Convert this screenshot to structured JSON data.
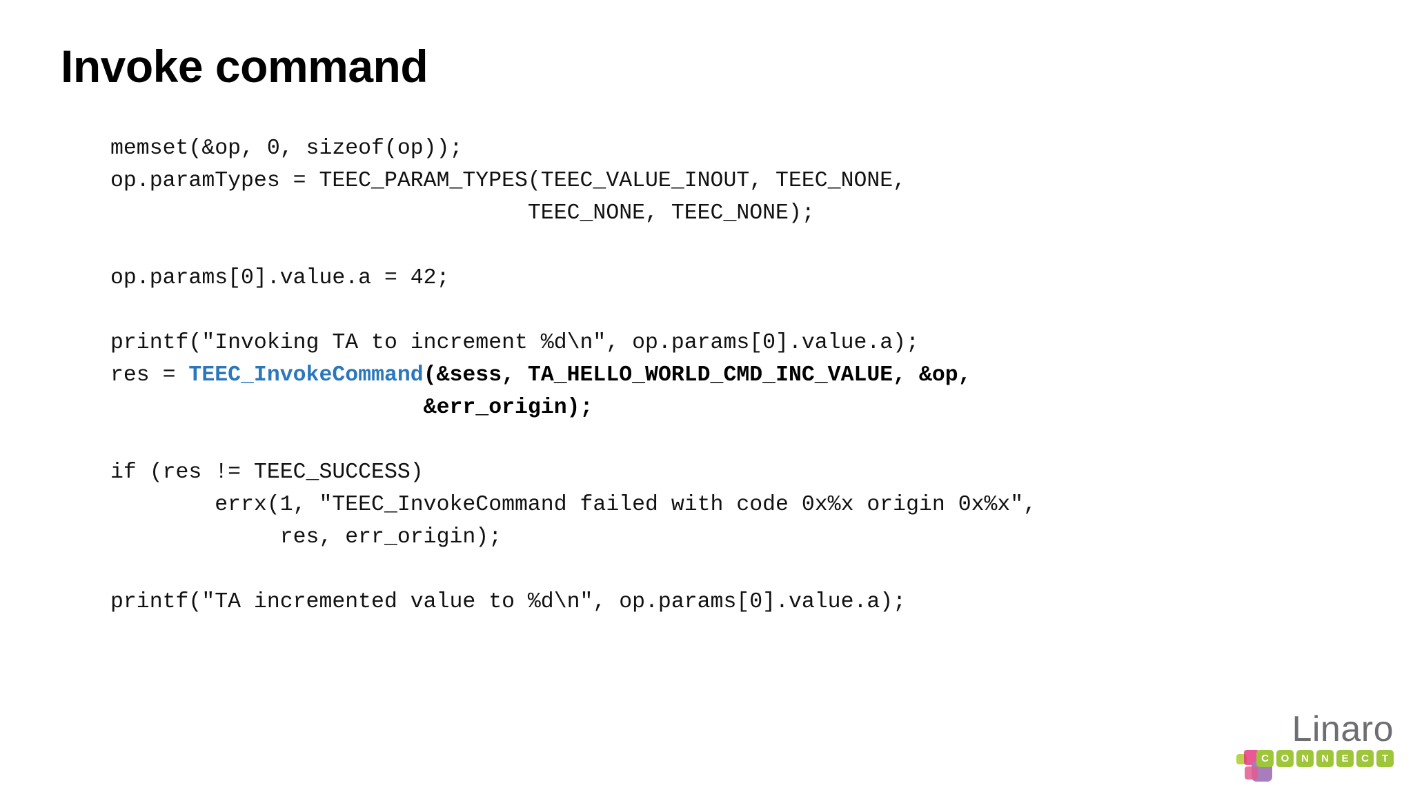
{
  "slide": {
    "title": "Invoke command",
    "code_lines": [
      {
        "id": "line-memset",
        "segments": [
          {
            "text": "memset(&op, 0, sizeof(op));",
            "style": "plain"
          }
        ]
      },
      {
        "id": "line-paramtypes",
        "segments": [
          {
            "text": "op.paramTypes = TEEC_PARAM_TYPES(TEEC_VALUE_INOUT, TEEC_NONE,",
            "style": "plain"
          }
        ]
      },
      {
        "id": "line-paramtypes-cont",
        "segments": [
          {
            "text": "                                TEEC_NONE, TEEC_NONE);",
            "style": "plain"
          }
        ]
      },
      {
        "id": "line-blank-1",
        "segments": [
          {
            "text": "",
            "style": "plain"
          }
        ]
      },
      {
        "id": "line-value-a",
        "segments": [
          {
            "text": "op.params[0].value.a = 42;",
            "style": "plain"
          }
        ]
      },
      {
        "id": "line-blank-2",
        "segments": [
          {
            "text": "",
            "style": "plain"
          }
        ]
      },
      {
        "id": "line-printf-invoking",
        "segments": [
          {
            "text": "printf(\"Invoking TA to increment %d\\n\", op.params[0].value.a);",
            "style": "plain"
          }
        ]
      },
      {
        "id": "line-invokecommand",
        "segments": [
          {
            "text": "res = ",
            "style": "plain"
          },
          {
            "text": "TEEC_InvokeCommand",
            "style": "hl-blue"
          },
          {
            "text": "(&sess, TA_HELLO_WORLD_CMD_INC_VALUE, &op,",
            "style": "hl-bold"
          }
        ]
      },
      {
        "id": "line-invokecommand-cont",
        "segments": [
          {
            "text": "                        ",
            "style": "plain"
          },
          {
            "text": "&err_origin);",
            "style": "hl-bold"
          }
        ]
      },
      {
        "id": "line-blank-3",
        "segments": [
          {
            "text": "",
            "style": "plain"
          }
        ]
      },
      {
        "id": "line-if-success",
        "segments": [
          {
            "text": "if (res != TEEC_SUCCESS)",
            "style": "plain"
          }
        ]
      },
      {
        "id": "line-errx",
        "segments": [
          {
            "text": "        errx(1, \"TEEC_InvokeCommand failed with code 0x%x origin 0x%x\",",
            "style": "plain"
          }
        ]
      },
      {
        "id": "line-errx-cont",
        "segments": [
          {
            "text": "             res, err_origin);",
            "style": "plain"
          }
        ]
      },
      {
        "id": "line-blank-4",
        "segments": [
          {
            "text": "",
            "style": "plain"
          }
        ]
      },
      {
        "id": "line-printf-incremented",
        "segments": [
          {
            "text": "printf(\"TA incremented value to %d\\n\", op.params[0].value.a);",
            "style": "plain"
          }
        ]
      }
    ]
  },
  "logo": {
    "wordmark": "Linaro",
    "connect_letters": [
      "C",
      "O",
      "N",
      "N",
      "E",
      "C",
      "T"
    ],
    "colors": {
      "wordmark": "#6d6e71",
      "connect_tile": "#9fc63b",
      "mark_green": "#b9d44a",
      "mark_pink": "#e5337e",
      "mark_purple": "#7d4199",
      "mark_lilac": "#a87dbb",
      "mark_rose": "#e05c8f"
    }
  },
  "theme": {
    "background": "#ffffff",
    "code_text": "#111111",
    "highlight_blue": "#2a77bd",
    "title_color": "#000000"
  }
}
